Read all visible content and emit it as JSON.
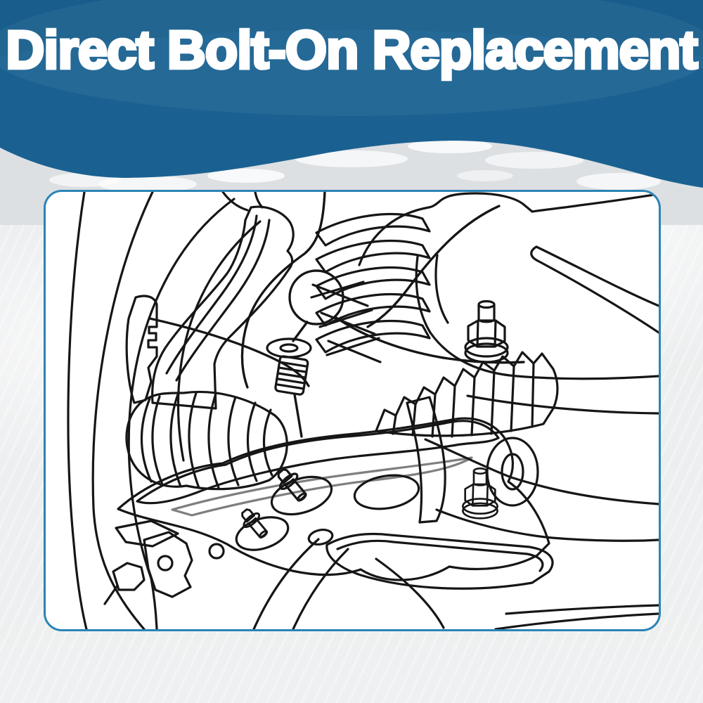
{
  "header": {
    "title": "Direct Bolt-On Replacement"
  },
  "theme": {
    "header_blue": "#1a6191",
    "header_blue_dark": "#14537f",
    "panel_border": "#2b84b6",
    "page_bg": "#e9ebec",
    "ridge": "#dde0e3",
    "ink": "#161616",
    "gray": "#8b8b8b",
    "arm": "#6e6e6e",
    "arm_light": "#9d9d9d",
    "dark": "#575757"
  },
  "illustration": {
    "name": "front-suspension-lower-control-arm-line-art",
    "parts": [
      "tire-and-wheel",
      "steering-knuckle",
      "brake-hose",
      "coil-spring",
      "sway-bar",
      "stabilizer-link",
      "cv-axle-boot",
      "drive-axle",
      "steering-rack-boot",
      "lower-control-arm",
      "arm-mounting-bolts",
      "bushing-eye",
      "subframe",
      "hex-flange-bolt-upper",
      "hex-flange-bolt-lower",
      "mounting-strap-bracket"
    ]
  }
}
